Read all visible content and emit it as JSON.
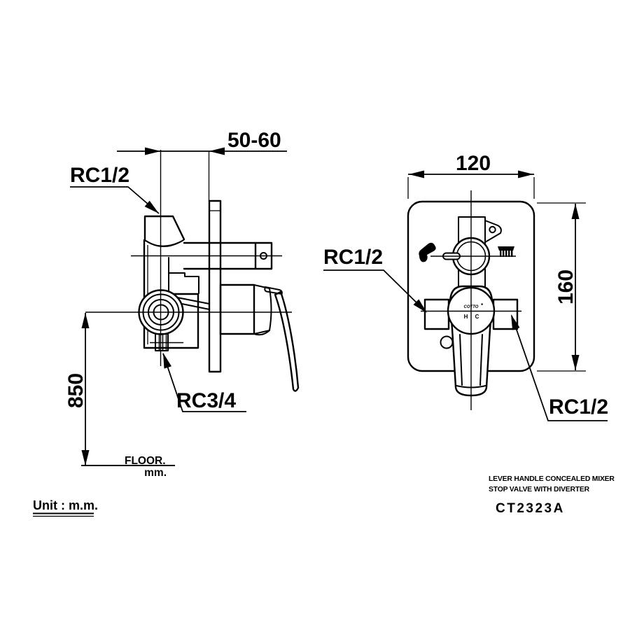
{
  "meta": {
    "background_color": "#ffffff",
    "line_color": "#000000",
    "drawing_type": "installation dimension drawing"
  },
  "title_block": {
    "line1": "LEVER HANDLE CONCEALED MIXER",
    "line2": "STOP VALVE WITH DIVERTER",
    "model": "CT2323A"
  },
  "units_note": "Unit : m.m.",
  "side_view": {
    "labels": {
      "inlet_top": "RC1/2",
      "inlet_bottom": "RC3/4"
    },
    "dimensions": {
      "wall_depth": "50-60",
      "height_from_floor": "850"
    },
    "floor": {
      "line1": "FLOOR.",
      "line2": "mm."
    }
  },
  "front_view": {
    "labels": {
      "outlet_left": "RC1/2",
      "outlet_right": "RC1/2"
    },
    "dimensions": {
      "plate_width": "120",
      "plate_height": "160"
    },
    "escutcheon": {
      "brand": "COTTO",
      "hot_marking": "H",
      "cold_marking": "C"
    },
    "icons": {
      "left": "hand-shower",
      "right": "overhead-shower"
    }
  }
}
